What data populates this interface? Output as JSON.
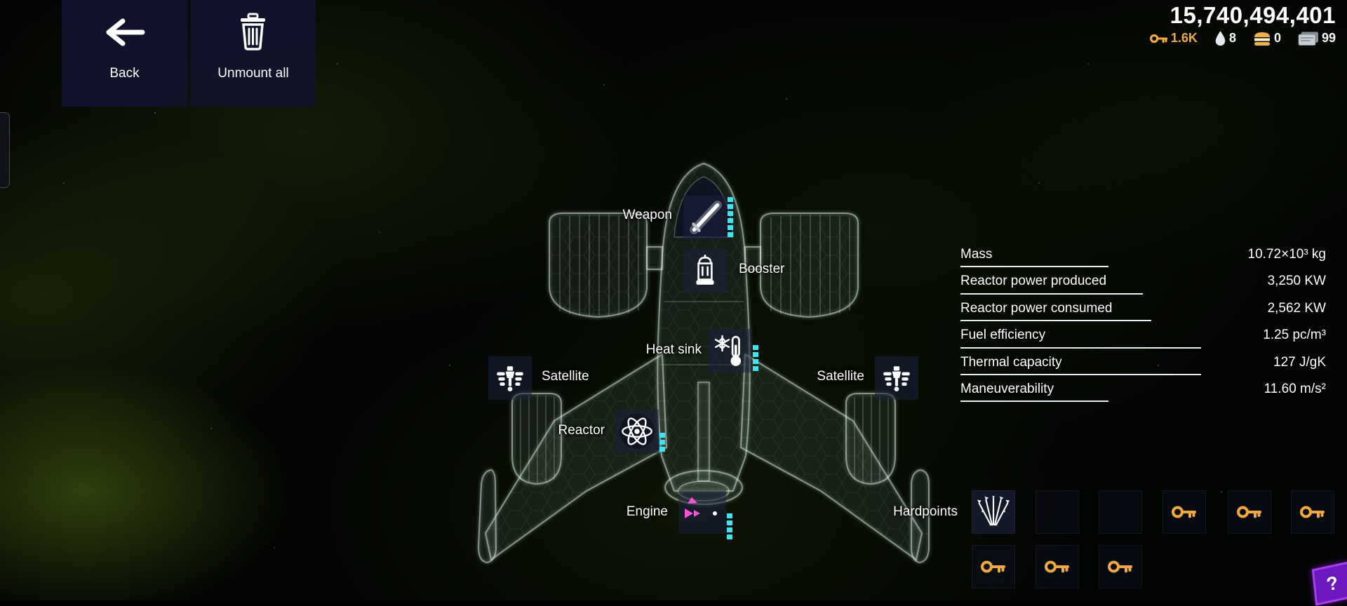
{
  "toolbar": {
    "back": "Back",
    "unmount": "Unmount all"
  },
  "resources": {
    "credits": "15,740,494,401",
    "keys": "1.6K",
    "water": "8",
    "food": "0",
    "cards": "99"
  },
  "ship_slots": {
    "weapon": "Weapon",
    "booster": "Booster",
    "heat_sink": "Heat sink",
    "satellite_left": "Satellite",
    "satellite_right": "Satellite",
    "reactor": "Reactor",
    "engine": "Engine",
    "hardpoints": "Hardpoints"
  },
  "stats": {
    "rows": [
      {
        "label": "Mass",
        "value": "10.72×10³ kg"
      },
      {
        "label": "Reactor power produced",
        "value": "3,250 KW"
      },
      {
        "label": "Reactor power consumed",
        "value": "2,562 KW"
      },
      {
        "label": "Fuel efficiency",
        "value": "1.25 pc/m³"
      },
      {
        "label": "Thermal capacity",
        "value": "127 J/gK"
      },
      {
        "label": "Maneuverability",
        "value": "11.60 m/s²"
      }
    ]
  },
  "help": {
    "label": "?"
  },
  "icons": {
    "back": "arrow-left",
    "unmount": "trash-can",
    "keys": "key",
    "water": "droplet",
    "food": "burger",
    "cards": "card-stack",
    "weapon": "blade",
    "booster": "thruster",
    "heat_sink": "thermometer-snowflake",
    "satellite": "satellite",
    "reactor": "atom",
    "engine": "engine-thrust",
    "hardpoints": "missile-fan",
    "locked": "key"
  }
}
